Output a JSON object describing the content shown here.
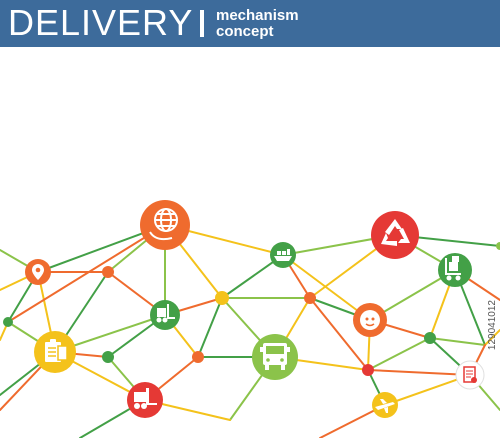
{
  "header": {
    "title": "DELIVERY",
    "subtitle_line1": "mechanism",
    "subtitle_line2": "concept"
  },
  "side_id": "129041012",
  "colors": {
    "header_bg": "#3d6b9b",
    "orange": "#ef6b2e",
    "green": "#43a047",
    "lime": "#8bc34a",
    "yellow": "#f4c21b",
    "red": "#e53935"
  },
  "icons": [
    "location-pin-icon",
    "globe-hand-icon",
    "cargo-ship-icon",
    "recycle-icon",
    "hand-truck-icon",
    "forklift-icon",
    "delivery-person-icon",
    "clipboard-icon",
    "truck-front-icon",
    "forklift-icon",
    "airplane-icon",
    "document-icon"
  ]
}
